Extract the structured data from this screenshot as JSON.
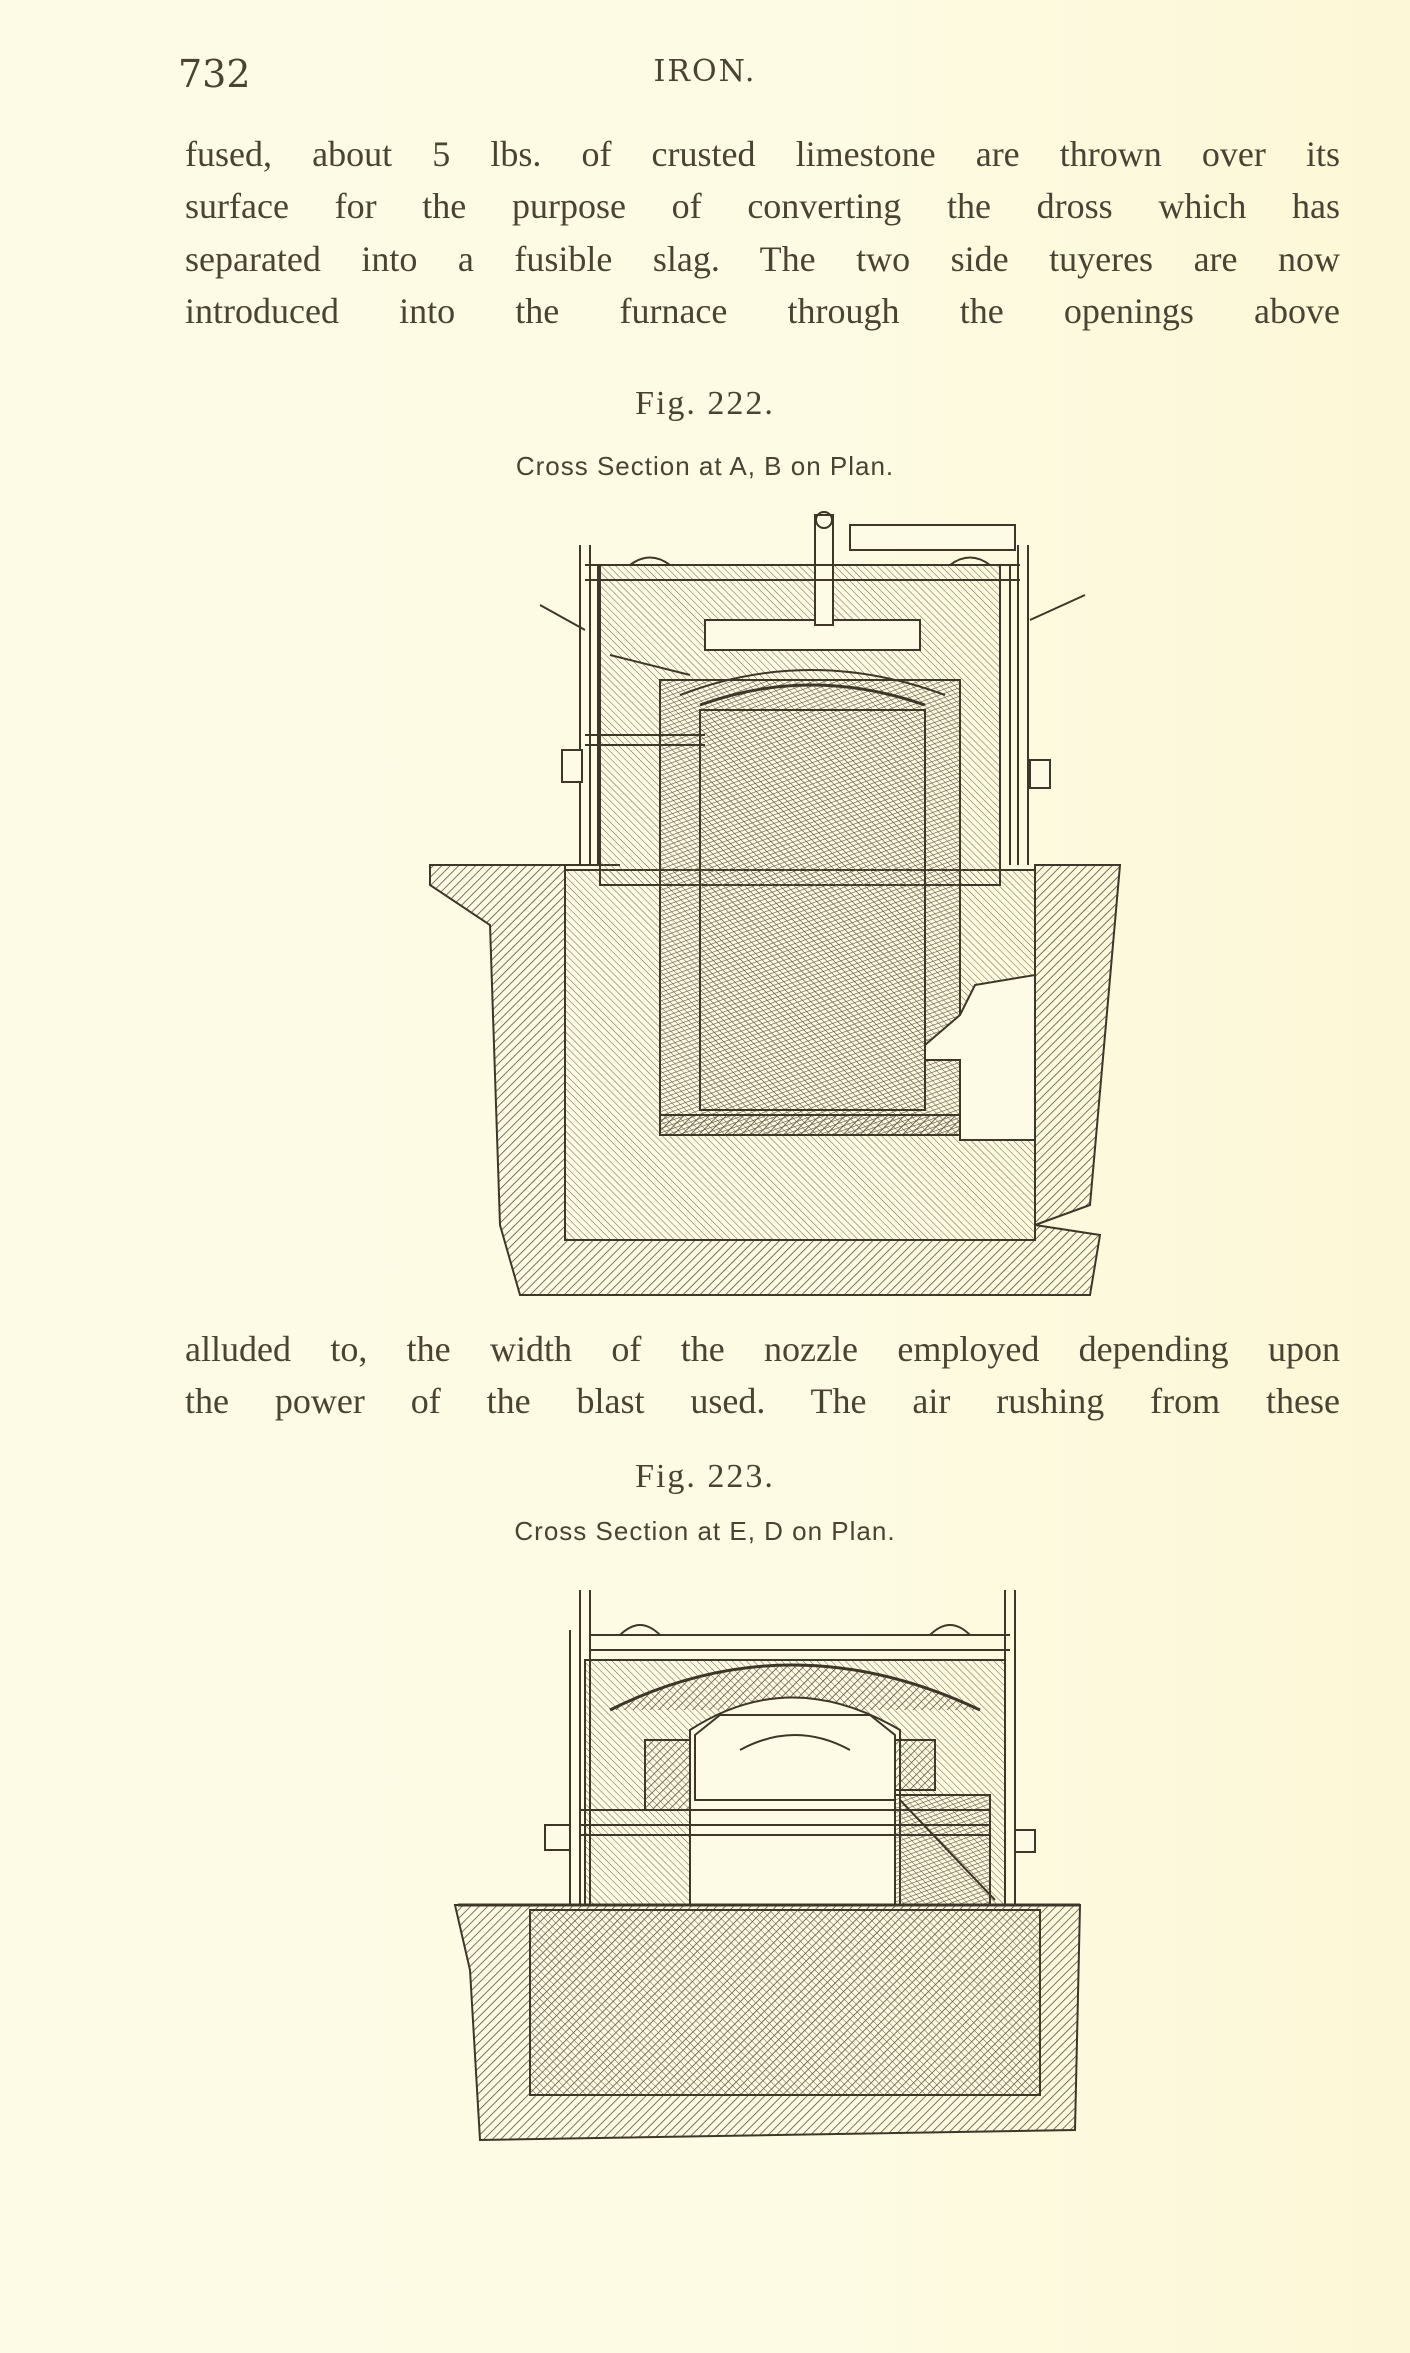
{
  "header": {
    "page_number": "732",
    "running_title": "IRON."
  },
  "paragraph_1": [
    "fused, about 5 lbs. of crusted limestone are thrown over its",
    "surface for the purpose of converting the dross which has",
    "separated into a fusible slag.  The two side tuyeres are now",
    "introduced into the furnace through the openings above"
  ],
  "figure_222": {
    "label": "Fig. 222.",
    "caption": "Cross Section at A, B on Plan."
  },
  "paragraph_2": [
    "alluded to, the width of the nozzle employed depending upon",
    "the power of the blast used.  The air rushing from these"
  ],
  "figure_223": {
    "label": "Fig. 223.",
    "caption": "Cross Section at E, D on Plan."
  }
}
